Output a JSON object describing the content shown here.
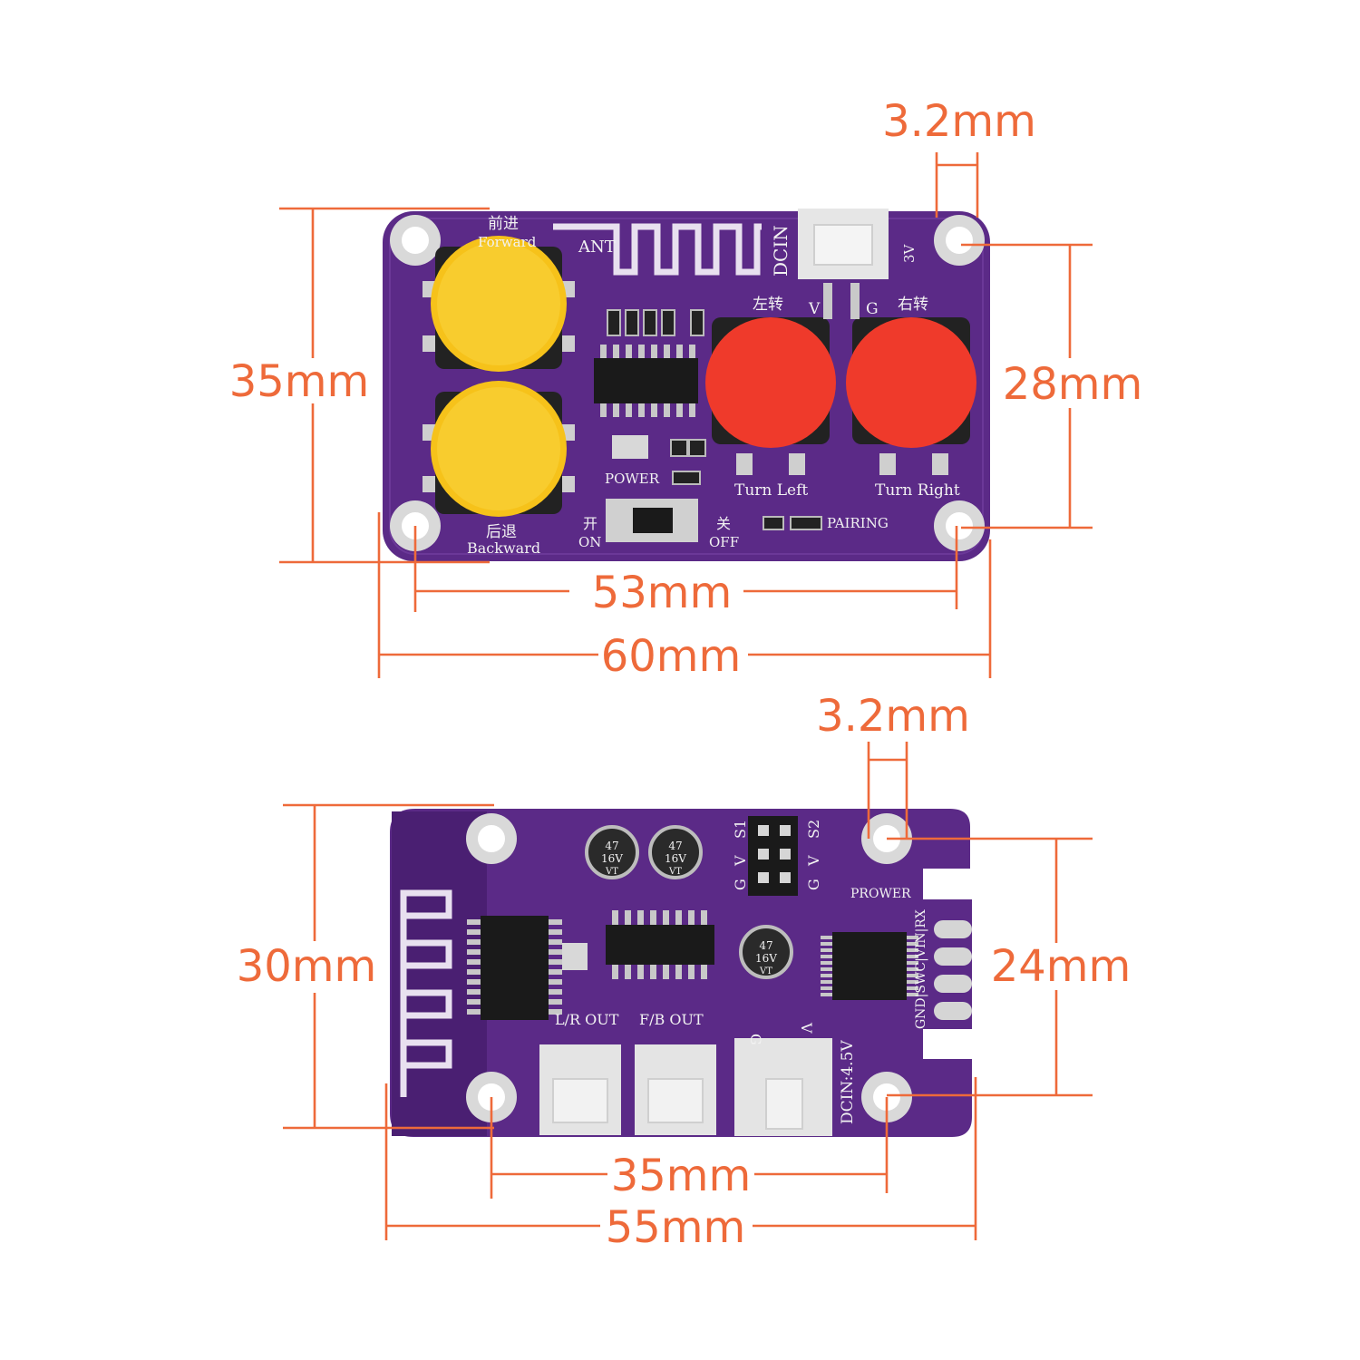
{
  "colors": {
    "dimension": "#EE6A3A",
    "pcb": "#5B2A87",
    "pcb_dark": "#4A1F72",
    "yellow_button": "#F6C21A",
    "red_button": "#EF3A2B",
    "silkscreen": "#F2F2F2"
  },
  "top_board": {
    "dimensions": {
      "hole_diameter": "3.2mm",
      "height": "35mm",
      "hole_spacing_vertical": "28mm",
      "hole_spacing_horizontal": "53mm",
      "width": "60mm"
    },
    "silkscreen": {
      "forward_cn": "前进",
      "forward_en": "Forward",
      "antenna": "ANT",
      "dcin": "DCIN",
      "volt": "3V",
      "pin_v": "V",
      "pin_g": "G",
      "turn_left_cn": "左转",
      "turn_right_cn": "右转",
      "turn_left": "Turn Left",
      "turn_right": "Turn Right",
      "power": "POWER",
      "pairing": "PAIRING",
      "backward_cn": "后退",
      "backward_en": "Backward",
      "on_cn": "开",
      "on_en": "ON",
      "off_cn": "关",
      "off_en": "OFF"
    }
  },
  "bottom_board": {
    "dimensions": {
      "hole_diameter": "3.2mm",
      "height": "30mm",
      "hole_spacing_vertical": "24mm",
      "hole_spacing_horizontal": "35mm",
      "width": "55mm"
    },
    "silkscreen": {
      "s1": "S1",
      "s2": "S2",
      "header_v_left": "V",
      "header_g_left": "G",
      "header_v_right": "V",
      "header_g_right": "G",
      "prower": "PROWER",
      "pin_labels": "GND|SWC|VIN|RX",
      "lr_out": "L/R OUT",
      "fb_out": "F/B OUT",
      "dcin": "DCIN:4.5V",
      "conn_g": "G",
      "conn_v": "V",
      "cap_value": "47",
      "cap_voltage": "16V",
      "cap_mark": "VT"
    }
  }
}
